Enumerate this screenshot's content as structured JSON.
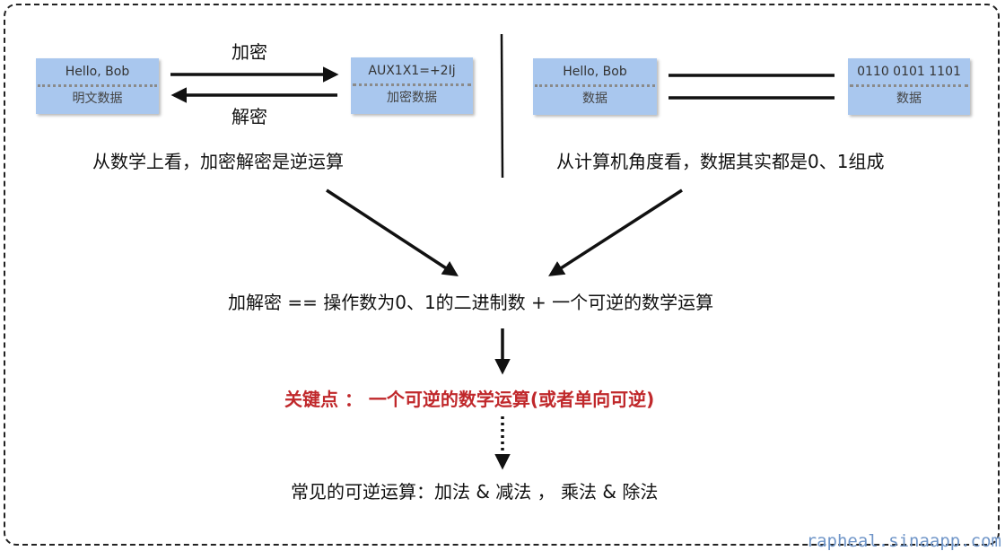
{
  "left": {
    "plain_box": {
      "top": "Hello, Bob",
      "bottom": "明文数据"
    },
    "cipher_box": {
      "top": "AUX1X1=+2Ij",
      "bottom": "加密数据"
    },
    "encrypt_label": "加密",
    "decrypt_label": "解密",
    "caption": "从数学上看，加密解密是逆运算"
  },
  "right": {
    "data_box_text": {
      "top": "Hello, Bob",
      "bottom": "数据"
    },
    "data_box_binary": {
      "top": "0110 0101  1101",
      "bottom": "数据"
    },
    "caption": "从计算机角度看，数据其实都是0、1组成"
  },
  "middle": {
    "summary": "加解密 == 操作数为0、1的二进制数 + 一个可逆的数学运算",
    "key_point": "关键点 ： 一个可逆的数学运算(或者单向可逆)",
    "examples": "常见的可逆运算：加法 & 减法 ， 乘法 & 除法"
  },
  "watermark": "rapheal.sinaapp.com",
  "colors": {
    "box_fill": "#a9c7ee",
    "key_point_red": "#c0282b",
    "watermark_blue": "#6f95c8"
  }
}
